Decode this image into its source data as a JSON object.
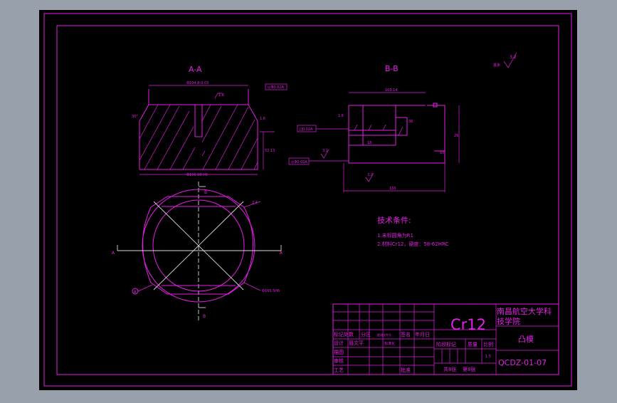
{
  "drawing": {
    "section_a_label": "A-A",
    "section_b_label": "B-B",
    "view_a_left": "A",
    "view_a_right": "A",
    "view_b_top": "B",
    "view_b_bottom": "B",
    "datum_circle": "A",
    "roughness_global": "3.2",
    "roughness_prefix": "其余",
    "tech_title": "技术条件:",
    "tech_note_1": "1.未标圆角为R1",
    "tech_note_2": "2.材料Cr12，硬度：58-62HRC"
  },
  "title_block": {
    "material": "Cr12",
    "school_line1": "南昌航空大学科",
    "school_line2": "技学院",
    "part_name": "凸模",
    "drawing_no": "QCDZ-01-07",
    "row_label_1": "标记处数",
    "row_label_2": "分区",
    "row_label_3": "更改文件号",
    "row_label_4": "签名",
    "row_label_5": "年月日",
    "design_label": "设计",
    "designer": "聂文平",
    "std_label": "标准化",
    "draw_label": "描图",
    "check_label": "审核",
    "process_label": "工艺",
    "approve_label": "批准",
    "stage_label": "阶段标记",
    "weight_label": "质量",
    "scale_label": "比例",
    "scale_value": "1:5",
    "sheets_total": "共8张",
    "sheet_no": "第8张"
  },
  "colors": {
    "background": "#000000",
    "frame": "#98a0ab",
    "line": "#e61ee6",
    "center": "#d8d8d8"
  }
}
